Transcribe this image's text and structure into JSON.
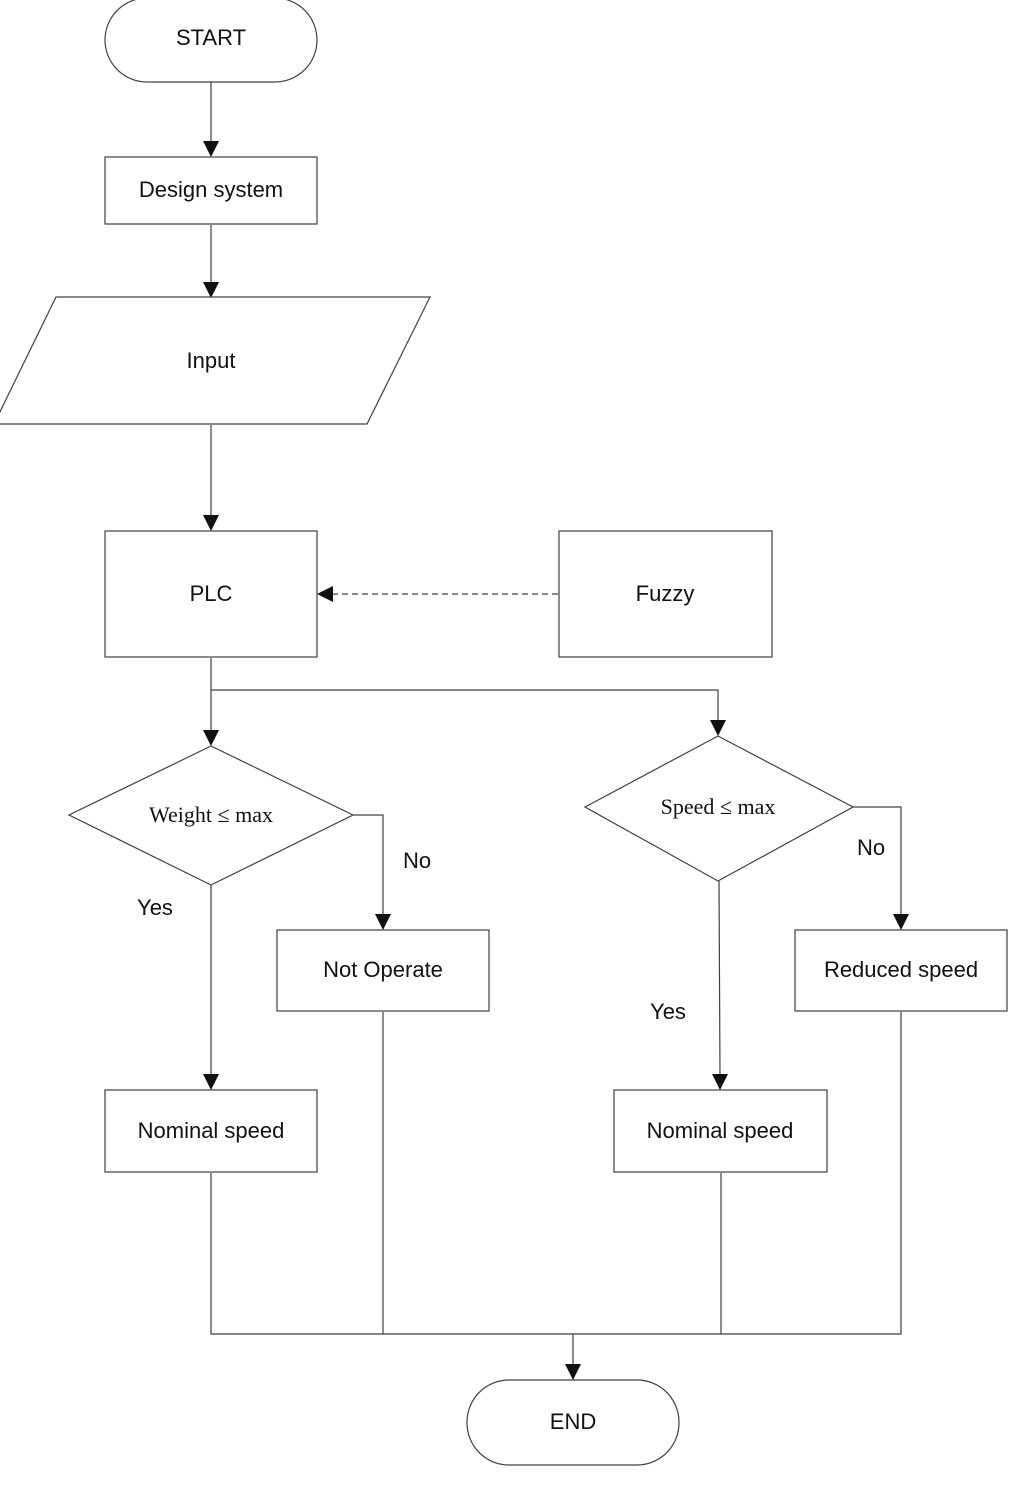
{
  "flowchart": {
    "start": "START",
    "design_system": "Design system",
    "input": "Input",
    "plc": "PLC",
    "fuzzy": "Fuzzy",
    "weight_check": "Weight ≤ max",
    "speed_check": "Speed ≤ max",
    "not_operate": "Not Operate",
    "reduced_speed": "Reduced speed",
    "nominal_speed_left": "Nominal speed",
    "nominal_speed_right": "Nominal speed",
    "end": "END",
    "weight_yes": "Yes",
    "weight_no": "No",
    "speed_yes": "Yes",
    "speed_no": "No"
  }
}
